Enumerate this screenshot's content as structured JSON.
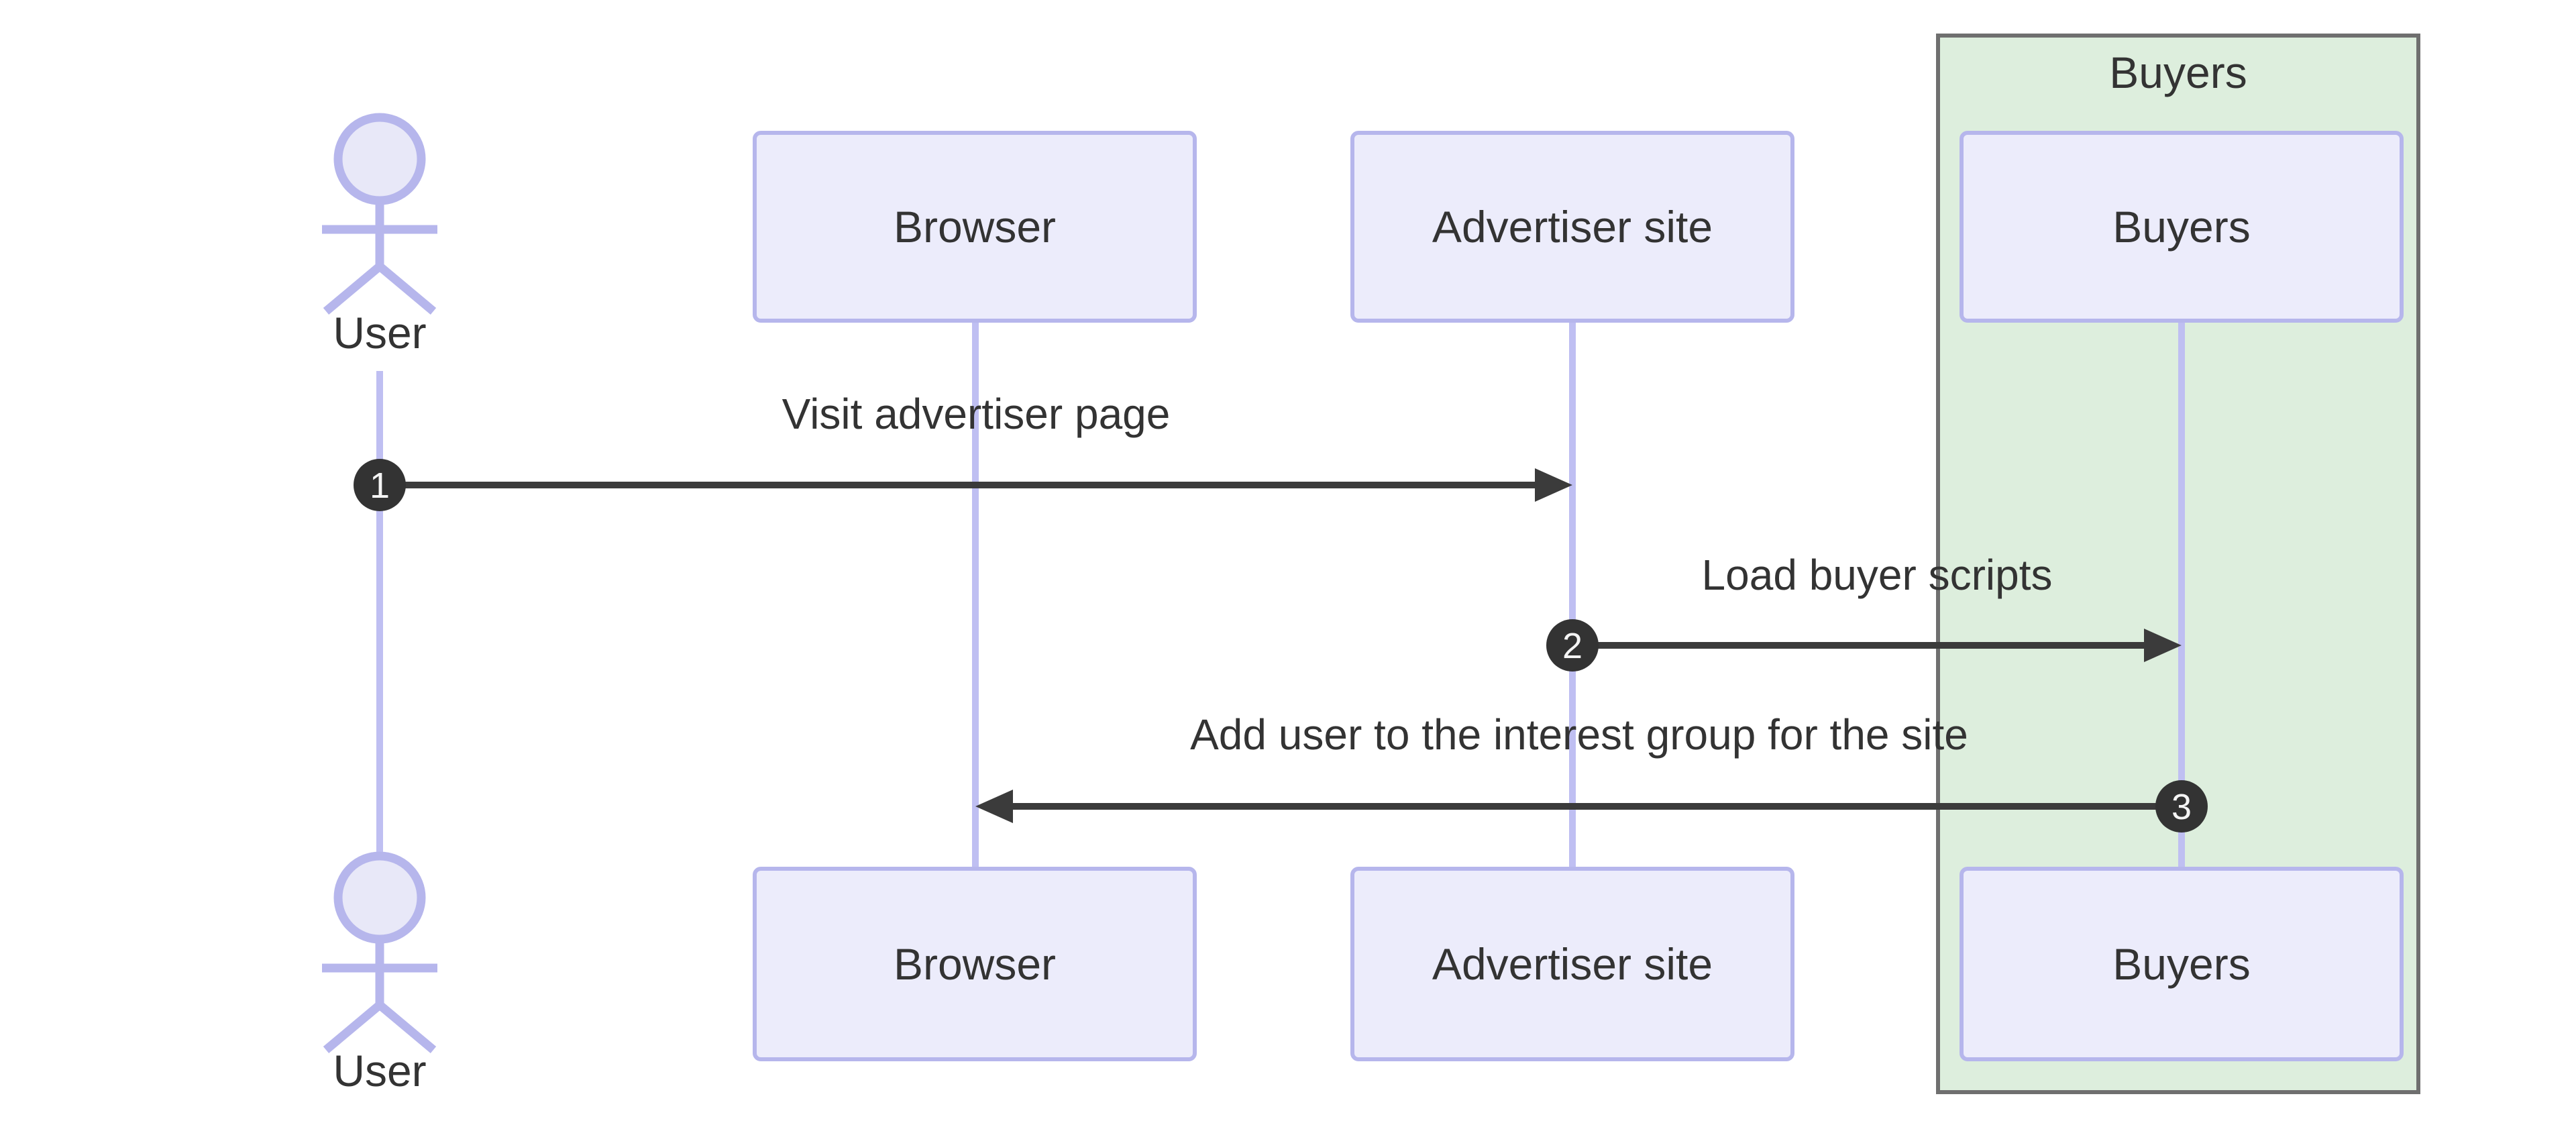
{
  "diagram": {
    "kind": "sequence-diagram",
    "colors": {
      "background": "#ffffff",
      "participant_fill": "#ececfb",
      "participant_border": "#b6b6ec",
      "lifeline": "#bfbff2",
      "actor_stroke": "#b6b6ec",
      "actor_head_fill": "#e8e8f8",
      "group_fill": "#ddeedd",
      "group_border": "#6f6f6f",
      "text": "#333333",
      "arrow": "#3b3b3b",
      "badge_fill": "#333333",
      "badge_text": "#ffffff"
    },
    "actors": [
      {
        "id": "user",
        "label": "User",
        "kind": "actor"
      },
      {
        "id": "browser",
        "label": "Browser",
        "kind": "participant"
      },
      {
        "id": "advertiser",
        "label": "Advertiser site",
        "kind": "participant"
      },
      {
        "id": "buyers",
        "label": "Buyers",
        "kind": "participant"
      }
    ],
    "group": {
      "label": "Buyers",
      "contains": [
        "buyers"
      ]
    },
    "messages": [
      {
        "number": "1",
        "from": "user",
        "to": "advertiser",
        "label": "Visit advertiser page"
      },
      {
        "number": "2",
        "from": "advertiser",
        "to": "buyers",
        "label": "Load buyer scripts"
      },
      {
        "number": "3",
        "from": "buyers",
        "to": "browser",
        "label": "Add user to the interest group for the site"
      }
    ]
  }
}
